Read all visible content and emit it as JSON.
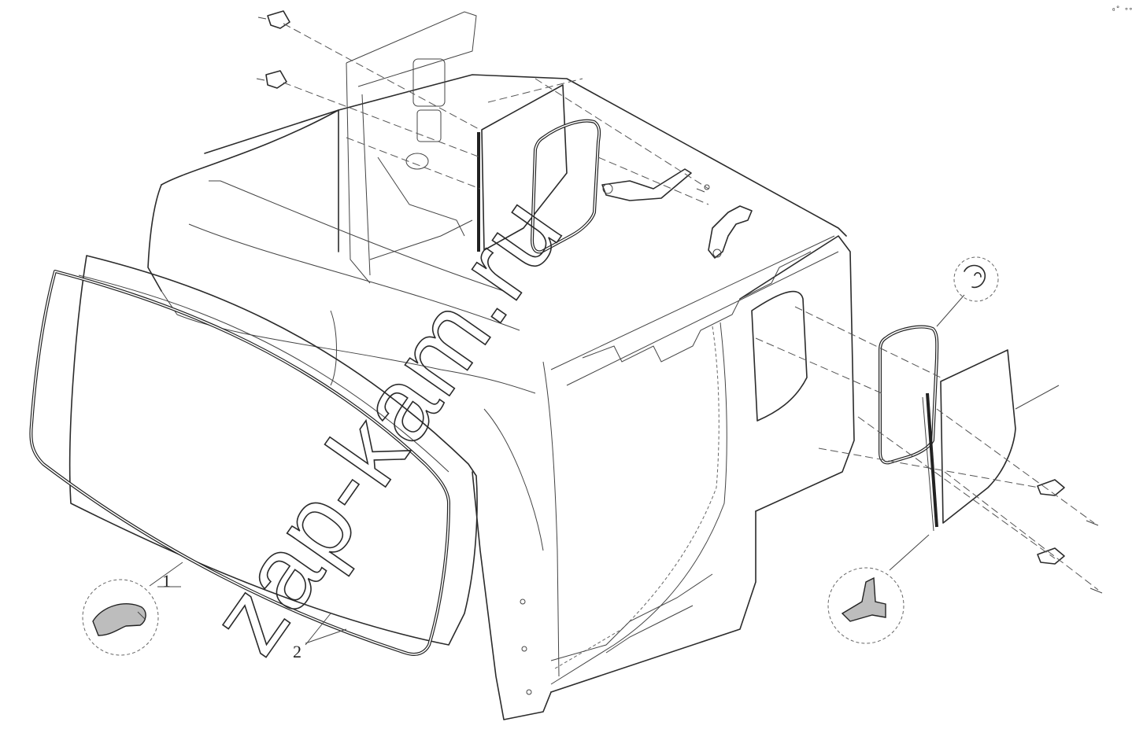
{
  "callouts": {
    "c1": "1",
    "c2": "2"
  },
  "watermark": "zap-kam.ru",
  "corner_mark": "₀° ∘∘∘",
  "colors": {
    "line": "#2b2b2b",
    "background": "#ffffff",
    "hatch": "#bdbdbd"
  }
}
